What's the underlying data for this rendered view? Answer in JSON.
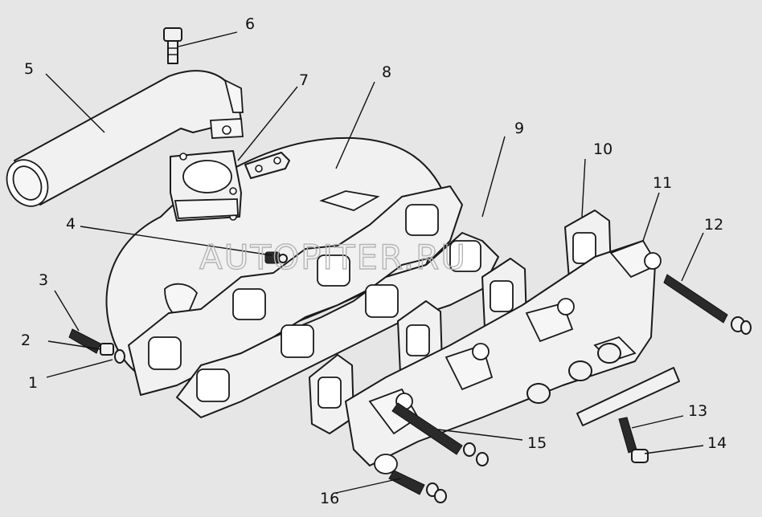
{
  "watermark": "AUTOPITER.RU",
  "callouts": [
    "1",
    "2",
    "3",
    "4",
    "5",
    "6",
    "7",
    "8",
    "9",
    "10",
    "11",
    "12",
    "13",
    "14",
    "15",
    "16"
  ],
  "colors": {
    "background": "#e6e6e6",
    "line": "#1a1a1a",
    "watermark": "#b5b5b5"
  }
}
